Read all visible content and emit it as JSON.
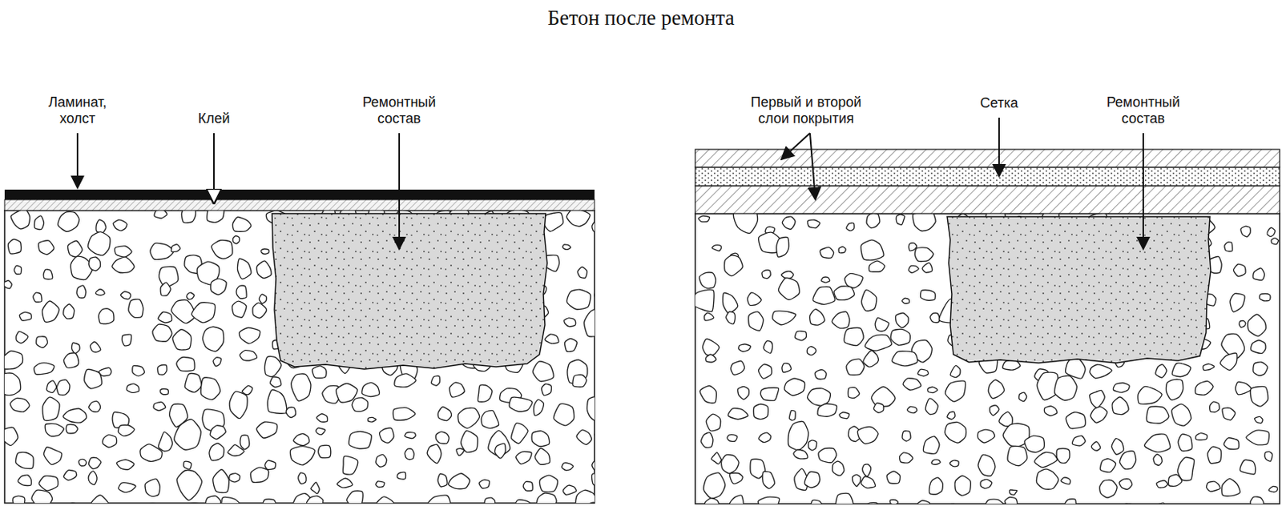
{
  "diagram": {
    "title": "Бетон после ремонта",
    "labels": [
      "Ламинат, холст",
      "Клей",
      "Ремонтный состав",
      "Первый и второй слои покрытия",
      "Сетка",
      "Ремонтный состав"
    ]
  }
}
